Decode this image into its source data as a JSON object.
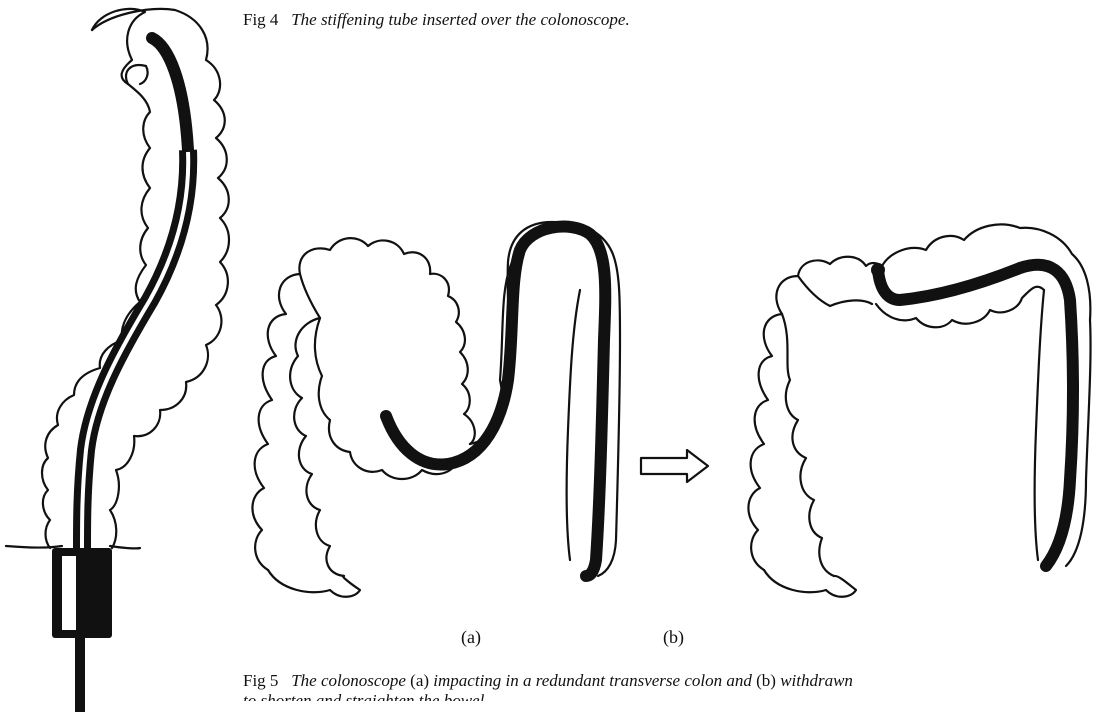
{
  "fig4": {
    "number": "Fig 4",
    "caption": "The stiffening tube inserted over the colonoscope."
  },
  "fig5": {
    "number": "Fig 5",
    "caption_part1": "The colonoscope",
    "ref_a": "(a)",
    "caption_part2": "impacting in a redundant transverse colon and",
    "ref_b": "(b)",
    "caption_part3": "withdrawn",
    "caption_line2": "to shorten and straighten the bowel."
  },
  "panels": {
    "a": "(a)",
    "b": "(b)"
  },
  "icons": {
    "transition_arrow": "right-arrow-icon"
  }
}
